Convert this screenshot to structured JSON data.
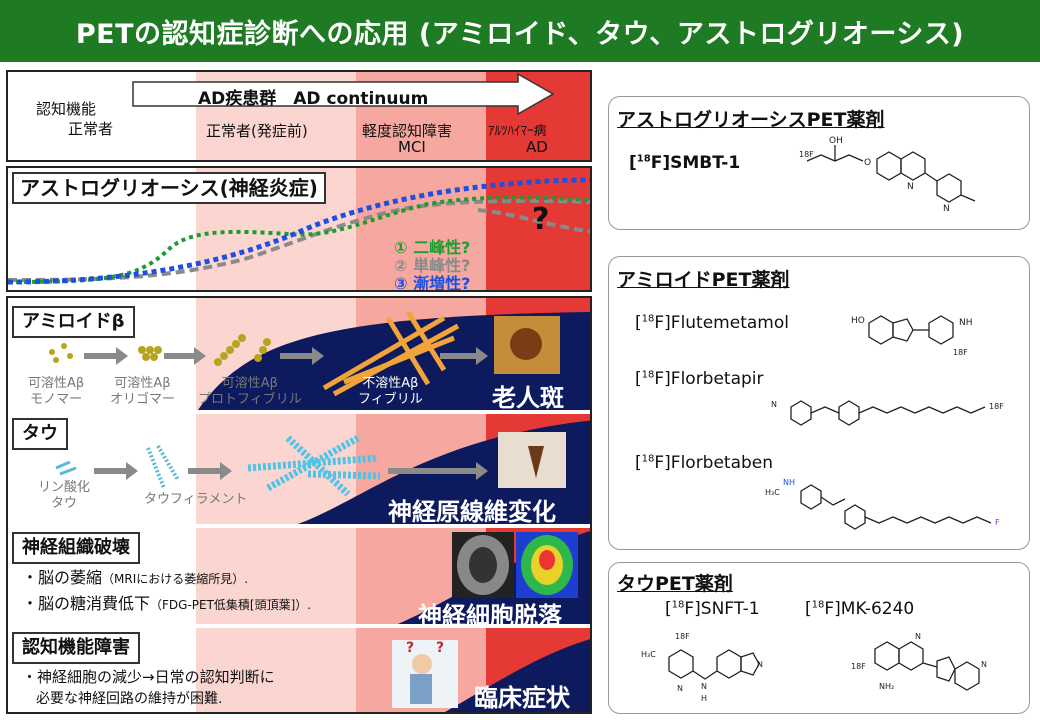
{
  "title": "PETの認知症診断への応用 (アミロイド、タウ、アストログリオーシス)",
  "timeline": {
    "arrow_label": "AD疾患群　AD continuum",
    "stage1_line1": "認知機能",
    "stage1_line2": "正常者",
    "stage2": "正常者(発症前)",
    "stage3_line1": "軽度認知障害",
    "stage3_line2": "MCI",
    "stage4_line1": "ｱﾙﾂﾊｲﾏｰ病",
    "stage4_line2": "AD"
  },
  "astro_panel": {
    "heading": "アストログリオーシス(神経炎症)",
    "question": "?",
    "hyp1": "① 二峰性?",
    "hyp2": "② 単峰性?",
    "hyp3": "③ 漸増性?"
  },
  "amyloid": {
    "label": "アミロイドβ",
    "s1": "可溶性Aβ\nモノマー",
    "s2": "可溶性Aβ\nオリゴマー",
    "s3": "可溶性Aβ\nプロトフィブリル",
    "s4": "不溶性Aβ\nフィブリル",
    "result": "老人斑"
  },
  "tau": {
    "label": "タウ",
    "s1": "リン酸化\nタウ",
    "s2": "タウフィラメント",
    "result": "神経原線維変化"
  },
  "neuro": {
    "label": "神経組織破壊",
    "b1": "・脳の萎縮",
    "b1_note": "（MRIにおける萎縮所見）.",
    "b2": "・脳の糖消費低下",
    "b2_note": "（FDG-PET低集積[頭頂葉]）.",
    "result": "神経細胞脱落"
  },
  "cognitive": {
    "label": "認知機能障害",
    "b1": "・神経細胞の減少→日常の認知判断に",
    "b2": "必要な神経回路の維持が困難.",
    "result": "臨床症状"
  },
  "right": {
    "astro_title": "アストログリオーシスPET薬剤",
    "astro_drug": "[18F]SMBT-1",
    "amyloid_title": "アミロイドPET薬剤",
    "amyloid_drugs": [
      "[18F]Flutemetamol",
      "[18F]Florbetapir",
      "[18F]Florbetaben"
    ],
    "tau_title": "タウPET薬剤",
    "tau_drugs": [
      "[18F]SNFT-1",
      "[18F]MK-6240"
    ]
  },
  "colors": {
    "title_bg": "#1f7a24",
    "navy": "#0d1b5e",
    "red": "#e53935",
    "green": "#1a9e2e",
    "blue": "#1f4fe0",
    "gray": "#8a8a8a"
  }
}
